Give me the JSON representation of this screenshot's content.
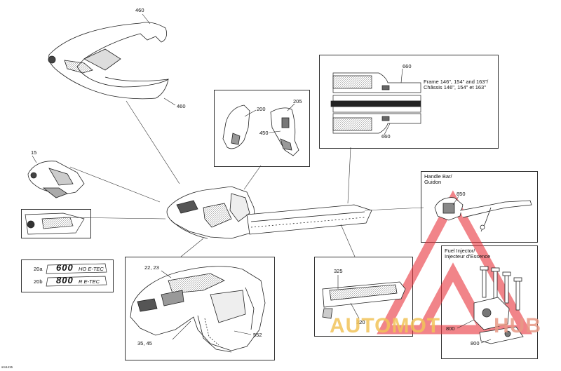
{
  "parts": {
    "p460_top": "460",
    "p460_bottom": "460",
    "p15": "15",
    "p200": "200",
    "p205": "205",
    "p450": "450",
    "p660_top": "660",
    "p660_bottom": "660",
    "p850": "850",
    "p20a": "20a",
    "p20b": "20b",
    "p22_23": "22, 23",
    "p35_45": "35, 45",
    "p552": "552",
    "p325": "325",
    "p320": "320",
    "p800_a": "800",
    "p800_b": "800"
  },
  "notes": {
    "frame_en": "Frame 146\", 154\" and 163\"/",
    "frame_fr": "Châssis 146\", 154\" et 163\"",
    "handlebar_en": "Handle Bar/",
    "handlebar_fr": "Guidon",
    "fuel_en": "Fuel Injector/",
    "fuel_fr": "Injecteur d'Essence"
  },
  "decals": {
    "d600": "600",
    "d600_suffix": "HO E-TEC",
    "d800": "800",
    "d800_suffix": "R E-TEC"
  },
  "doc_code": "sm1415",
  "watermark": {
    "text_a": "AUTOMOT",
    "text_b": "HUB",
    "color_a": "#f2c45a",
    "color_b": "#e89a86",
    "triangle_color": "#e8333c"
  }
}
